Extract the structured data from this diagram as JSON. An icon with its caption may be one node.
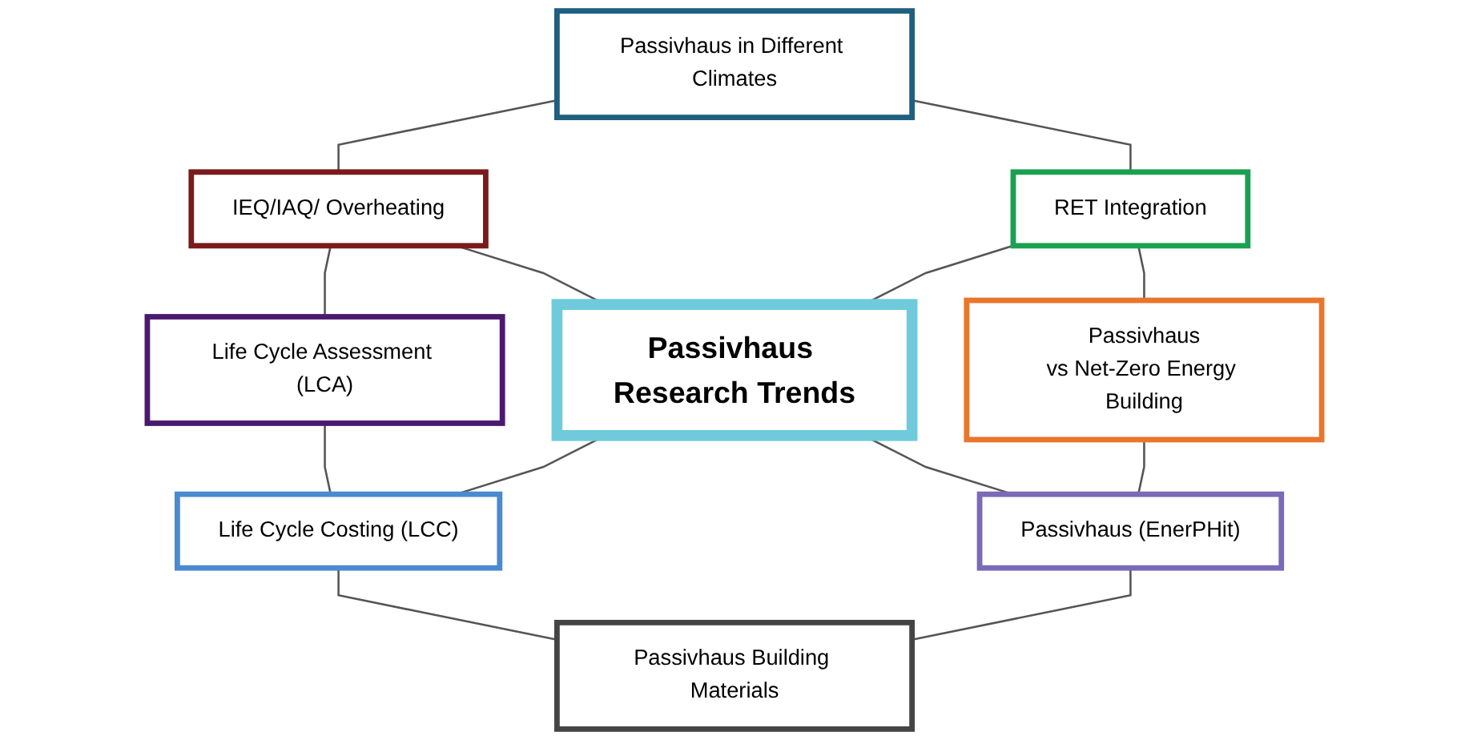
{
  "diagram": {
    "nodes": [
      {
        "text": [
          "Passivhaus in Different Climates"
        ]
      },
      {
        "text": [
          "IEQ/IAQ/ Overheating"
        ]
      },
      {
        "text": [
          "Life Cycle Assessment (LCA)"
        ]
      },
      {
        "text": [
          "RET Integration"
        ]
      },
      {
        "text": [
          "Passivhaus Research Trends"
        ]
      },
      {
        "text": [
          "Life Cycle Costing (LCC)"
        ]
      },
      {
        "text": [
          "Passivhaus",
          "vs Net-Zero Energy Building"
        ]
      },
      {
        "text": [
          "Passivhaus (EnerPHit)"
        ]
      },
      {
        "text": [
          "Passivhaus Building Materials"
        ]
      }
    ],
    "edges": [
      {
        "from": 0,
        "to": 1,
        "arrow": "none"
      },
      {
        "from": 1,
        "to": 2,
        "arrow": "none"
      },
      {
        "from": 0,
        "to": 3,
        "arrow": "none"
      },
      {
        "from": 1,
        "to": 4,
        "arrow": "none"
      },
      {
        "from": 2,
        "to": 5,
        "arrow": "none"
      },
      {
        "from": 3,
        "to": 4,
        "arrow": "none"
      },
      {
        "from": 4,
        "to": 5,
        "arrow": "none"
      },
      {
        "from": 3,
        "to": 6,
        "arrow": "none"
      },
      {
        "from": 4,
        "to": 7,
        "arrow": "none"
      },
      {
        "from": 5,
        "to": 8,
        "arrow": "none"
      },
      {
        "from": 6,
        "to": 7,
        "arrow": "none"
      },
      {
        "from": 7,
        "to": 8,
        "arrow": "none"
      }
    ]
  }
}
